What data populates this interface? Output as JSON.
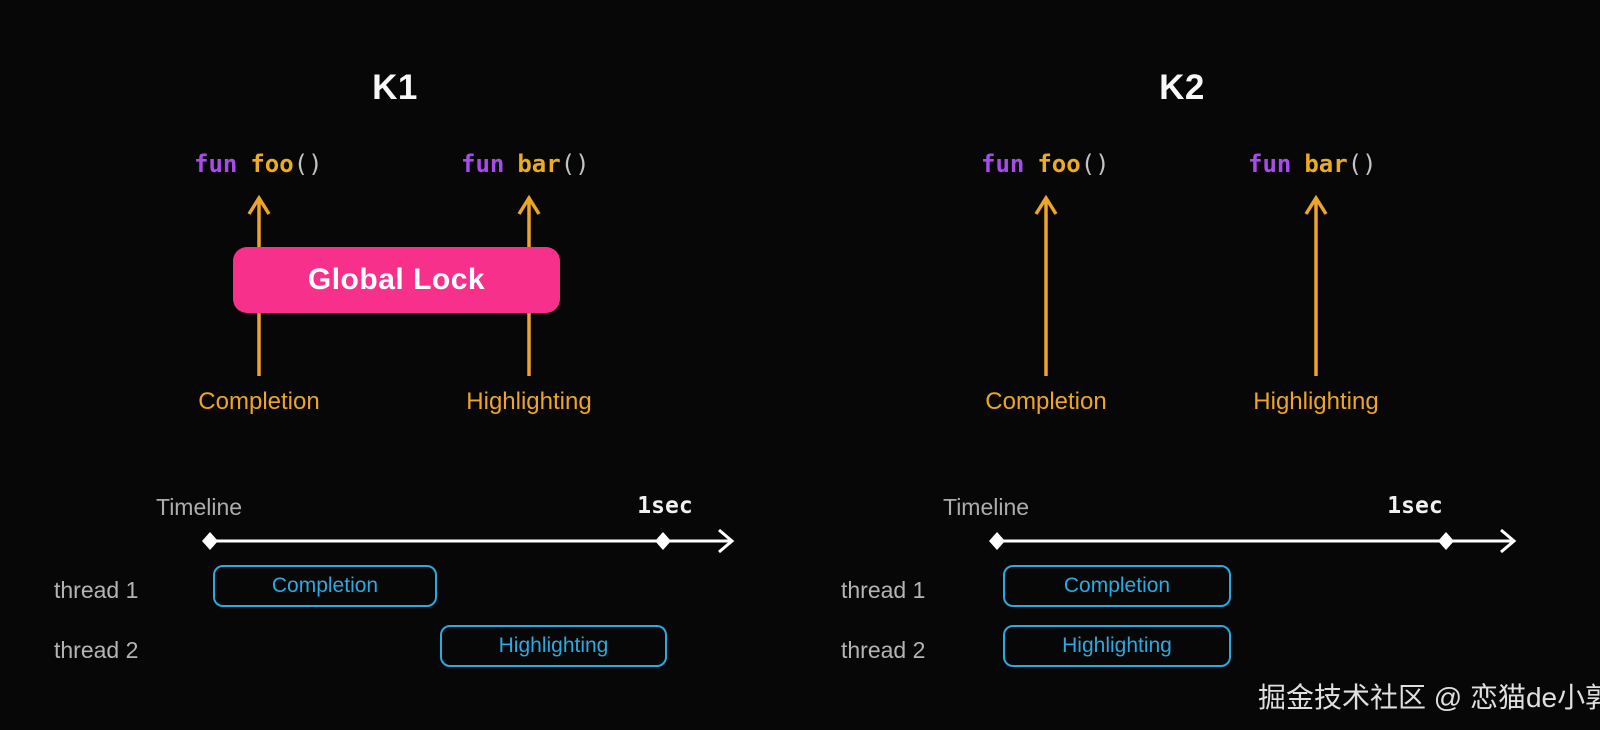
{
  "colors": {
    "background": "#070707",
    "keyword_purple": "#a84beb",
    "function_gold": "#ecac1f",
    "paren_gray": "#c4c4c4",
    "arrow_orange": "#eda428",
    "global_lock_pink": "#f7308c",
    "task_cyan": "#2ba9e1",
    "axis_white": "#ffffff",
    "label_gray": "#b4b4b4"
  },
  "panels": [
    {
      "title": "K1",
      "functions": [
        {
          "keyword": "fun",
          "name": "foo",
          "parens": "()",
          "process_label": "Completion"
        },
        {
          "keyword": "fun",
          "name": "bar",
          "parens": "()",
          "process_label": "Highlighting"
        }
      ],
      "global_lock_label": "Global Lock",
      "timeline": {
        "axis_label": "Timeline",
        "end_tick_label": "1sec",
        "rows": [
          {
            "thread_label": "thread 1",
            "task_label": "Completion",
            "start_frac": 0,
            "end_frac": 0.5
          },
          {
            "thread_label": "thread 2",
            "task_label": "Highlighting",
            "start_frac": 0.5,
            "end_frac": 1.0
          }
        ]
      }
    },
    {
      "title": "K2",
      "functions": [
        {
          "keyword": "fun",
          "name": "foo",
          "parens": "()",
          "process_label": "Completion"
        },
        {
          "keyword": "fun",
          "name": "bar",
          "parens": "()",
          "process_label": "Highlighting"
        }
      ],
      "timeline": {
        "axis_label": "Timeline",
        "end_tick_label": "1sec",
        "rows": [
          {
            "thread_label": "thread 1",
            "task_label": "Completion",
            "start_frac": 0,
            "end_frac": 0.5
          },
          {
            "thread_label": "thread 2",
            "task_label": "Highlighting",
            "start_frac": 0,
            "end_frac": 0.5
          }
        ]
      }
    }
  ],
  "watermark": "掘金技术社区 @ 恋猫de小郭"
}
